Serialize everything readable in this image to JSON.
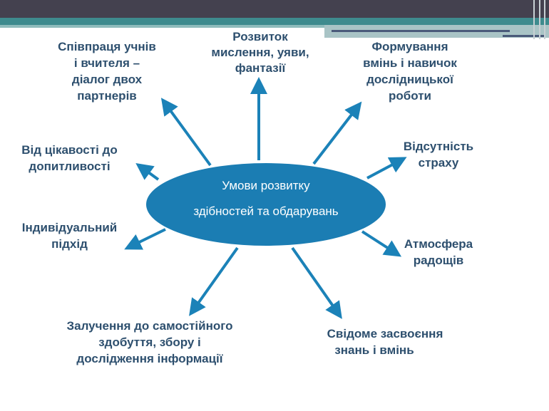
{
  "center": {
    "line1": "Умови розвитку",
    "line2": "здібностей та обдарувань"
  },
  "labels": {
    "top": [
      "Розвиток",
      "мислення, уяви,",
      "фантазії"
    ],
    "upper_left": [
      "Співпраця учнів",
      "і вчителя –",
      "діалог двох",
      "партнерів"
    ],
    "upper_right": [
      "Формування",
      "вмінь і навичок",
      "дослідницької",
      "роботи"
    ],
    "left_upper": [
      "Від цікавості до",
      "допитливості"
    ],
    "right_upper": [
      "Відсутність",
      "страху"
    ],
    "left_lower": [
      "Індивідуальний",
      "підхід"
    ],
    "right_lower": [
      "Атмосфера",
      "радощів"
    ],
    "bottom_left": [
      "Залучення до самостійного",
      "здобуття, збору і",
      "дослідження інформації"
    ],
    "bottom_right": [
      "Свідоме засвоєння",
      "знань і вмінь"
    ]
  },
  "colors": {
    "ellipse": "#1b7db3",
    "arrow": "#1b82b8",
    "text": "#2d4f6e"
  }
}
